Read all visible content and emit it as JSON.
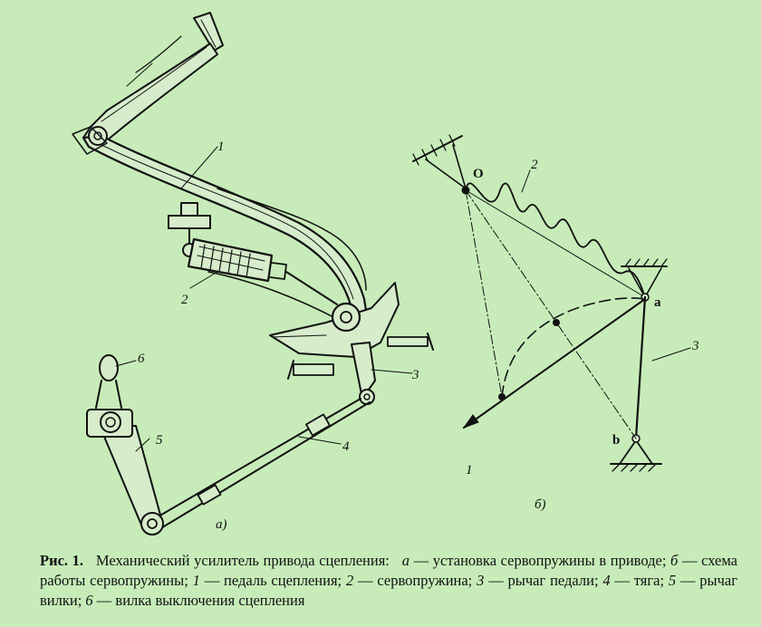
{
  "diagram": {
    "part_a": {
      "sublabel": "а)",
      "numbers": [
        "1",
        "2",
        "3",
        "4",
        "5",
        "6"
      ]
    },
    "part_b": {
      "sublabel": "б)",
      "point_o": "O",
      "point_a": "a",
      "point_b": "b",
      "numbers": [
        "1",
        "2",
        "3"
      ]
    }
  },
  "caption": {
    "prefix": "Рис. 1.",
    "title": "Механический усилитель привода сцепления:",
    "a_letter": "а",
    "a_text": " — установка сервопружины в приводе; ",
    "b_letter": "б",
    "b_text": " — схема работы сервопружины; ",
    "i1": "1",
    "t1": " — педаль сцепления; ",
    "i2": "2",
    "t2": " — сервопружина; ",
    "i3": "3",
    "t3": " — рычаг педали; ",
    "i4": "4",
    "t4": " — тяга; ",
    "i5": "5",
    "t5": " — рычаг вилки; ",
    "i6": "6",
    "t6": " — вилка выключения сцепления"
  }
}
